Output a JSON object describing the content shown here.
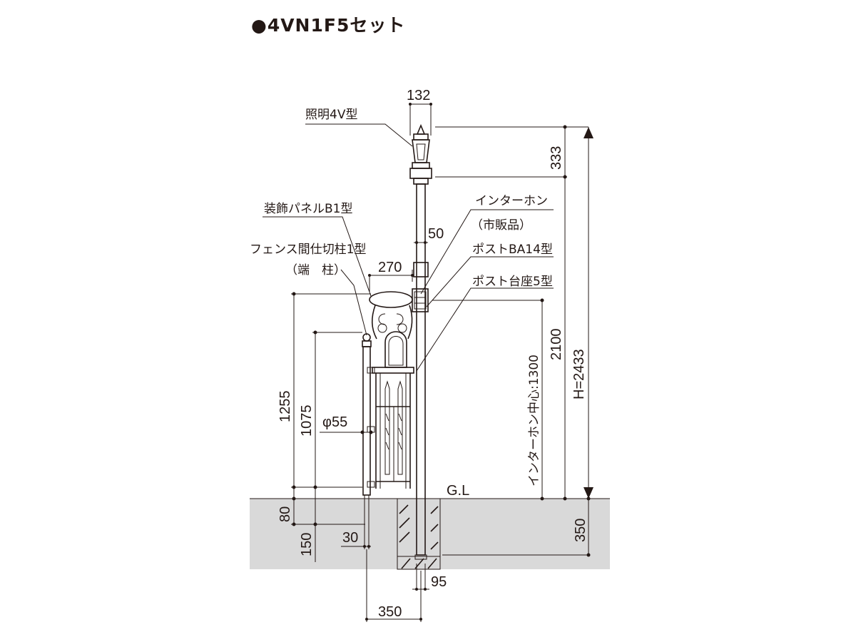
{
  "title": "●4VN1F5セット",
  "labels": {
    "light": "照明4V型",
    "panel": "装飾パネルB1型",
    "fence_post": "フェンス間仕切柱1型",
    "end_post": "（端　柱）",
    "intercom": "インターホン",
    "intercom_note": "（市販品）",
    "post": "ポストBA14型",
    "post_base": "ポスト台座5型",
    "ground": "G.L"
  },
  "dimensions": {
    "light_width": "132",
    "light_height": "333",
    "pole_dia": "50",
    "panel_width": "270",
    "total_height": "H=2433",
    "height_2100": "2100",
    "intercom_center": "インターホン中心:1300",
    "height_1255": "1255",
    "height_1075": "1075",
    "dia_55": "φ55",
    "height_80": "80",
    "depth_150": "150",
    "width_30": "30",
    "depth_350": "350",
    "width_95": "95",
    "width_350": "350"
  },
  "colors": {
    "line": "#231815",
    "ground": "#d9d9d9"
  }
}
